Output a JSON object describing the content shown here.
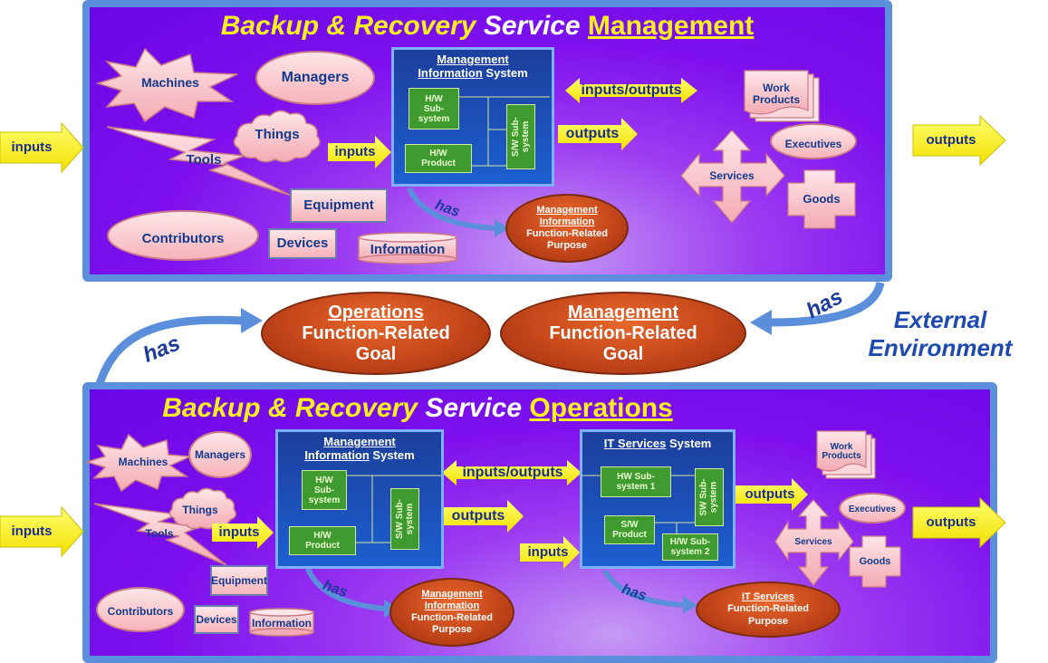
{
  "top": {
    "title": {
      "part1": "Backup & Recovery",
      "part2": " Service ",
      "part3": "Management"
    },
    "inputs_label": "inputs",
    "outputs_label": "outputs",
    "machines": "Machines",
    "managers": "Managers",
    "things": "Things",
    "tools": "Tools",
    "equipment": "Equipment",
    "contributors": "Contributors",
    "devices": "Devices",
    "information": "Information",
    "mis": {
      "line1": "Management",
      "line2u": "Information",
      "line2": " System",
      "hw_sub": "H/W\nSub-\nsystem",
      "hw_product": "H/W\nProduct",
      "sw_sub": "S/W Sub-\nsystem"
    },
    "mis_inputs": "inputs",
    "io": "inputs/outputs",
    "mis_outputs": "outputs",
    "has": "has",
    "purpose": {
      "u1": "Management",
      "u2": "Information",
      "rest": "Function-Related\nPurpose"
    },
    "work_products": "Work\nProducts",
    "executives": "Executives",
    "services": "Services",
    "goods": "Goods"
  },
  "middle": {
    "ops_goal": {
      "u": "Operations",
      "rest": "Function-Related\nGoal"
    },
    "mgmt_goal": {
      "u": "Management",
      "rest": "Function-Related\nGoal"
    },
    "has_left": "has",
    "has_right": "has",
    "external": "External\nEnvironment"
  },
  "bottom": {
    "title": {
      "part1": "Backup & Recovery",
      "part2": " Service ",
      "part3": "Operations"
    },
    "inputs_label": "inputs",
    "outputs_label": "outputs",
    "machines": "Machines",
    "managers": "Managers",
    "things": "Things",
    "tools": "Tools",
    "equipment": "Equipment",
    "contributors": "Contributors",
    "devices": "Devices",
    "information": "Information",
    "mis": {
      "line1": "Management",
      "line2u": "Information",
      "line2": " System",
      "hw_sub": "H/W\nSub-\nsystem",
      "hw_product": "H/W\nProduct",
      "sw_sub": "S/W Sub-\nsystem"
    },
    "mis_inputs": "inputs",
    "io": "inputs/outputs",
    "mis_outputs": "outputs",
    "it": {
      "u": "IT Services",
      "rest": " System",
      "hw_sub1": "HW Sub-\nsystem 1",
      "sw_product": "S/W\nProduct",
      "hw_sub2": "H/W Sub-\nsystem 2",
      "sw_sub": "SW Sub-\nsystem"
    },
    "it_inputs": "inputs",
    "it_outputs": "outputs",
    "has1": "has",
    "has2": "has",
    "purpose1": {
      "u1": "Management",
      "u2": "Information",
      "rest": "Function-Related\nPurpose"
    },
    "purpose2": {
      "u": "IT Services",
      "rest": "Function-Related\nPurpose"
    },
    "work_products": "Work\nProducts",
    "executives": "Executives",
    "services": "Services",
    "goods": "Goods"
  }
}
